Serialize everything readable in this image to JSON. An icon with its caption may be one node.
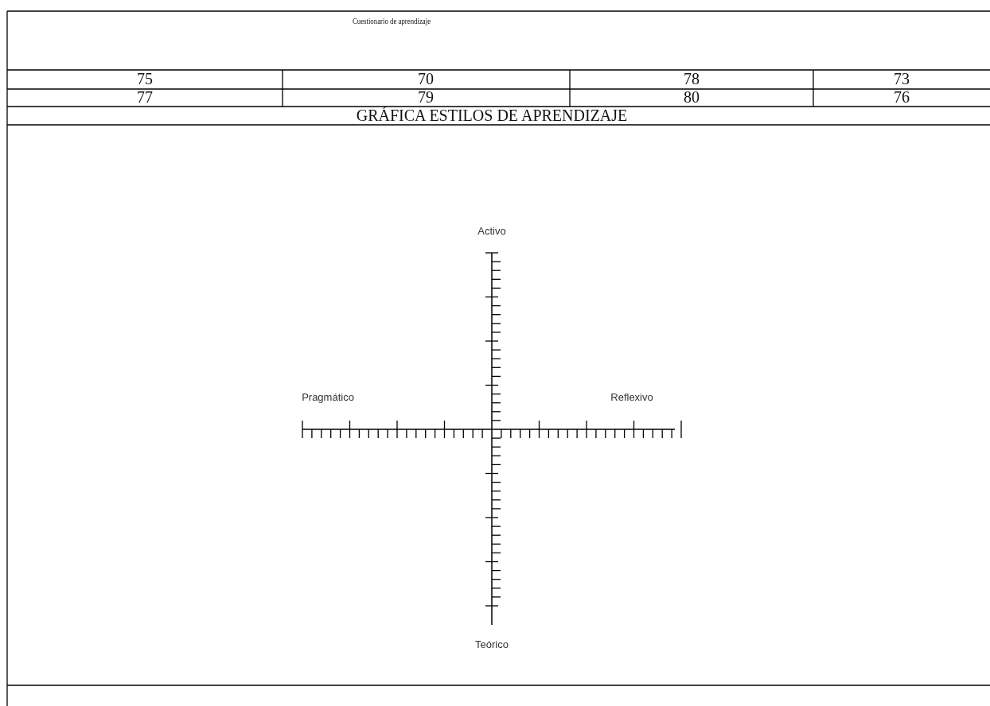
{
  "diagram": {
    "title": "Cuestionario de aprendizaje",
    "labels": [
      "75",
      "70",
      "78",
      "73",
      "77",
      "79",
      "80",
      "76",
      "GRÁFICA ESTILOS DE APRENDIZAJE",
      "Activo",
      "Pragmático",
      "Reflexivo",
      "Teórico"
    ]
  }
}
